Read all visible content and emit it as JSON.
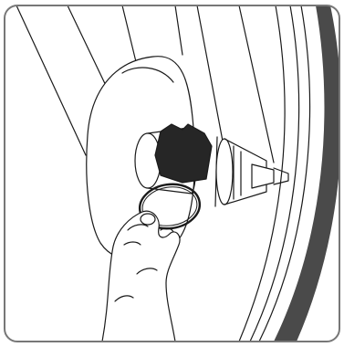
{
  "figure": {
    "colors": {
      "ink": "#1a1a1a",
      "sensor": "#262626",
      "tire": "#4a4a4a",
      "paper": "#ffffff",
      "frame_border": "#777777"
    },
    "icons": {
      "frame": "rounded-frame",
      "hub": "wheel-hub",
      "sensor": "speed-sensor",
      "band": "rubber-band",
      "hand": "hand-holding-band",
      "wheel": "bicycle-wheel"
    }
  }
}
